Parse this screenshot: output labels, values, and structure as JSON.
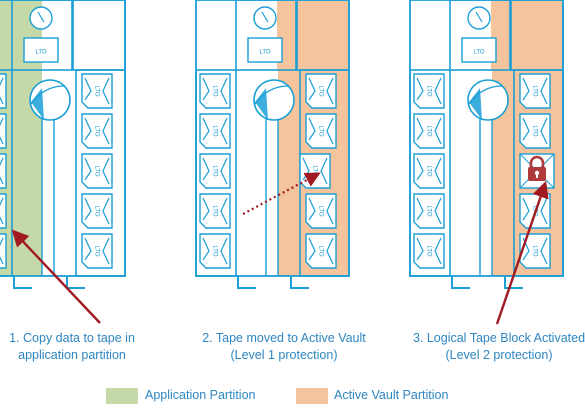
{
  "tape_label": "LTO",
  "colors": {
    "frame": "#1a9fd6",
    "application_partition": "#c5d9a8",
    "active_vault_partition": "#f6c49c",
    "arrow": "#a11a22",
    "lock": "#b03a3a"
  },
  "panels": [
    {
      "caption_line1": "1. Copy data to tape in",
      "caption_line2": "application partition"
    },
    {
      "caption_line1": "2. Tape moved to Active Vault",
      "caption_line2": "(Level 1 protection)"
    },
    {
      "caption_line1": "3. Logical Tape Block Activated",
      "caption_line2": "(Level 2 protection)"
    }
  ],
  "legend": {
    "application_partition": "Application Partition",
    "active_vault_partition": "Active Vault Partition"
  }
}
